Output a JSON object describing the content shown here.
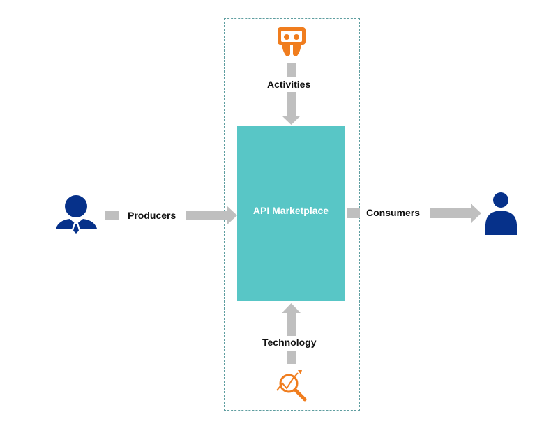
{
  "center": {
    "title": "API Marketplace"
  },
  "labels": {
    "activities": "Activities",
    "technology": "Technology",
    "producers": "Producers",
    "consumers": "Consumers"
  },
  "colors": {
    "box_fill": "#58c6c6",
    "arrow": "#bfbfbf",
    "person": "#06318a",
    "icon_accent": "#f07d1e",
    "dashed_border": "#5f9ea0"
  },
  "icons": {
    "activities": "slideshare-icon",
    "technology": "analytics-magnifier-icon",
    "producer": "businessman-icon",
    "consumer": "user-icon"
  }
}
